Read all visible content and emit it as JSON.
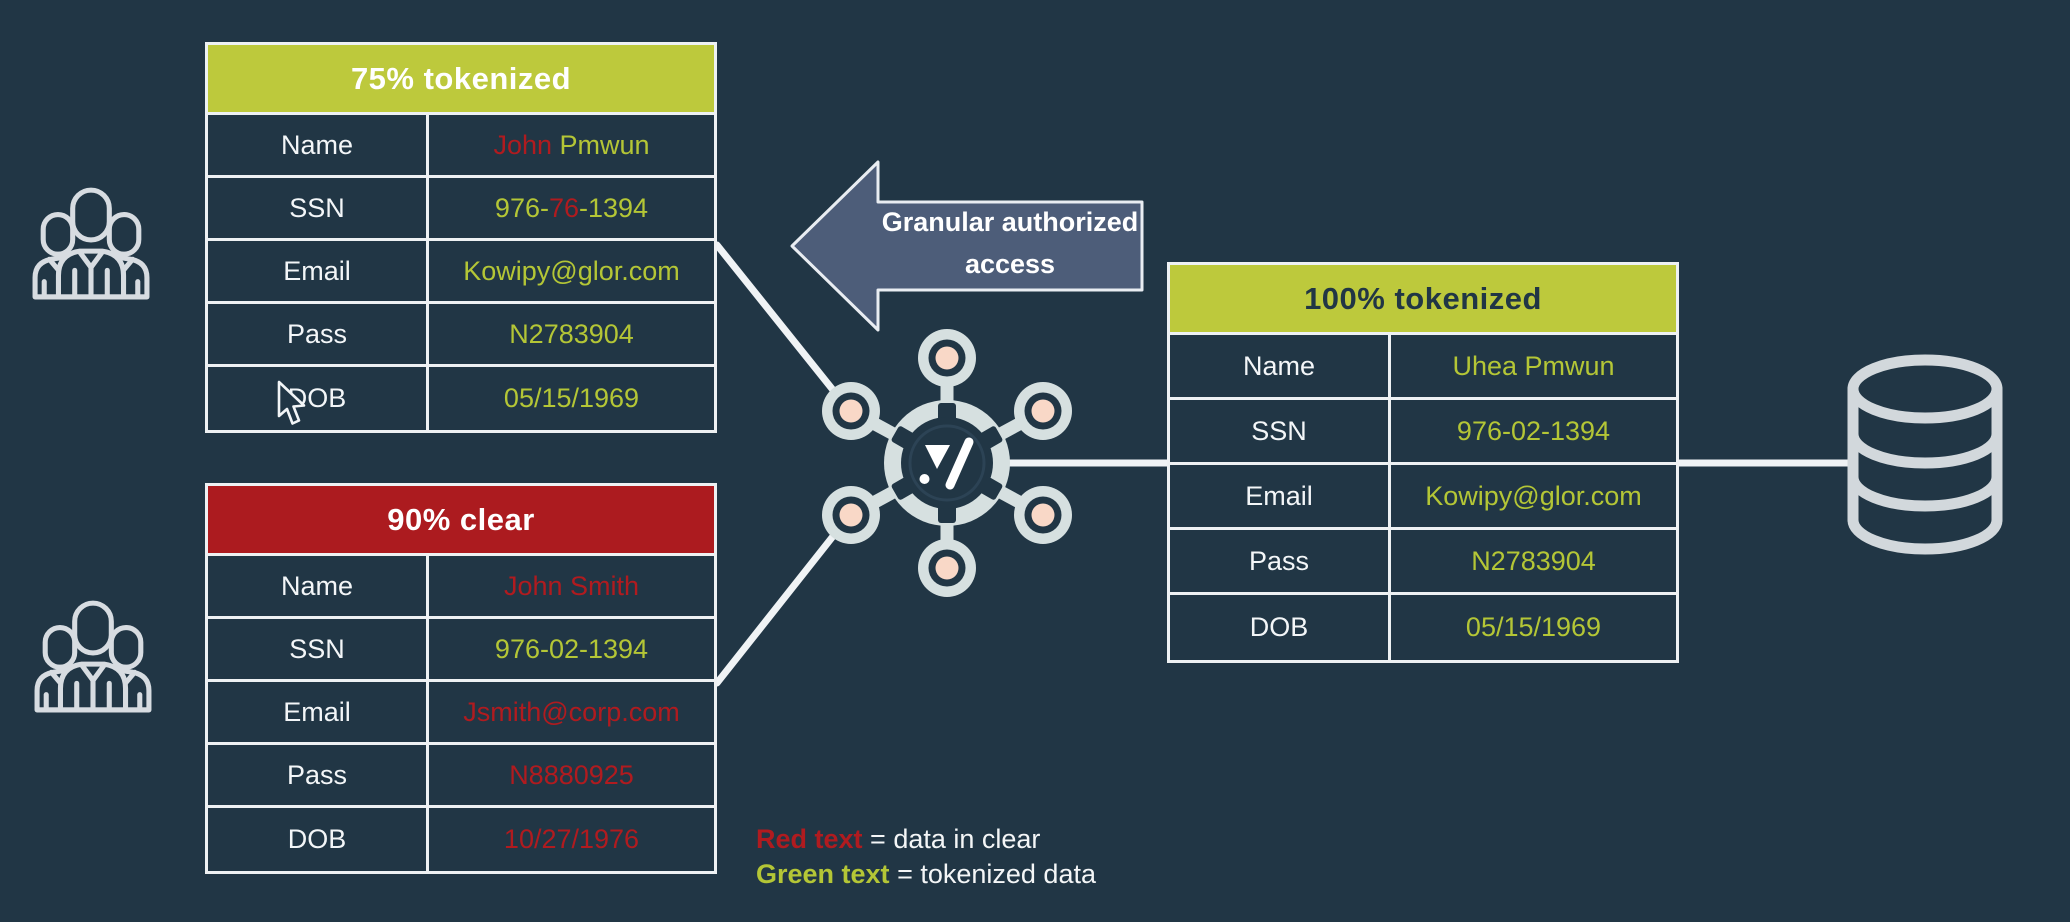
{
  "canvas": {
    "background": "#213645"
  },
  "palette": {
    "chartreuse": "#bdc93c",
    "header_red": "#ac1b1f",
    "green_text": "#b4c636",
    "red_text": "#b01b1f",
    "arrow_fill": "#4d5d79",
    "hub_light": "#d6e0e0",
    "hub_peach": "#f9d8c7",
    "connector_line": "#f0f3f5"
  },
  "tables": [
    {
      "title": "75% tokenized",
      "rows": [
        {
          "label": "Name",
          "segments": [
            {
              "text": "John ",
              "color": "red"
            },
            {
              "text": "Pmwun",
              "color": "green"
            }
          ]
        },
        {
          "label": "SSN",
          "segments": [
            {
              "text": "976-",
              "color": "green"
            },
            {
              "text": "76",
              "color": "red"
            },
            {
              "text": "-1394",
              "color": "green"
            }
          ]
        },
        {
          "label": "Email",
          "segments": [
            {
              "text": "Kowipy@glor.com",
              "color": "green"
            }
          ]
        },
        {
          "label": "Pass",
          "segments": [
            {
              "text": "N2783904",
              "color": "green"
            }
          ]
        },
        {
          "label": "DOB",
          "segments": [
            {
              "text": "05/15/1969",
              "color": "green"
            }
          ]
        }
      ]
    },
    {
      "title": "90% clear",
      "rows": [
        {
          "label": "Name",
          "segments": [
            {
              "text": "John Smith",
              "color": "red"
            }
          ]
        },
        {
          "label": "SSN",
          "segments": [
            {
              "text": "976-02-1394",
              "color": "green"
            }
          ]
        },
        {
          "label": "Email",
          "segments": [
            {
              "text": "Jsmith@corp.com",
              "color": "red"
            }
          ]
        },
        {
          "label": "Pass",
          "segments": [
            {
              "text": "N8880925",
              "color": "red"
            }
          ]
        },
        {
          "label": "DOB",
          "segments": [
            {
              "text": "10/27/1976",
              "color": "red"
            }
          ]
        }
      ]
    },
    {
      "title": "100% tokenized",
      "rows": [
        {
          "label": "Name",
          "segments": [
            {
              "text": "Uhea Pmwun",
              "color": "green"
            }
          ]
        },
        {
          "label": "SSN",
          "segments": [
            {
              "text": "976-02-1394",
              "color": "green"
            }
          ]
        },
        {
          "label": "Email",
          "segments": [
            {
              "text": "Kowipy@glor.com",
              "color": "green"
            }
          ]
        },
        {
          "label": "Pass",
          "segments": [
            {
              "text": "N2783904",
              "color": "green"
            }
          ]
        },
        {
          "label": "DOB",
          "segments": [
            {
              "text": "05/15/1969",
              "color": "green"
            }
          ]
        }
      ]
    }
  ],
  "arrow": {
    "line1": "Granular authorized",
    "line2": "access"
  },
  "legend": {
    "items": [
      {
        "term": "Red text",
        "rest": "= data in clear",
        "color": "red"
      },
      {
        "term": "Green text",
        "rest": "= tokenized data",
        "color": "green"
      }
    ]
  },
  "icons": {
    "hub": "token-hub-icon",
    "people": "users-group-icon",
    "database": "database-icon",
    "cursor": "mouse-cursor-icon"
  }
}
